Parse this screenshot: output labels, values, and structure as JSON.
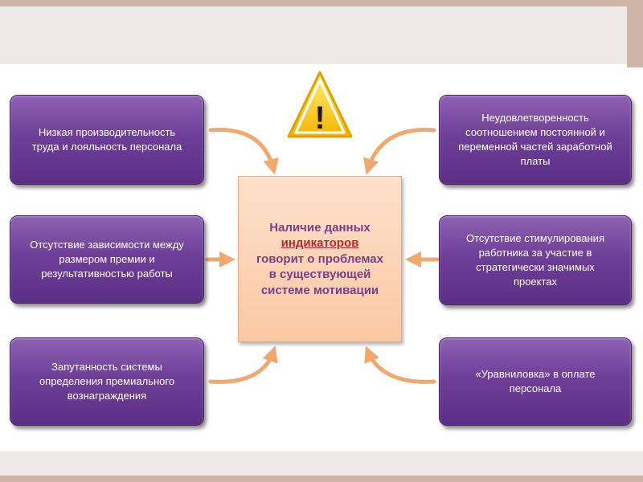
{
  "center": {
    "line1": "Наличие данных",
    "line2": "индикаторов",
    "line3": "говорит о проблемах",
    "line4": "в существующей",
    "line5": "системе мотивации"
  },
  "left": [
    {
      "text": "Низкая производительность труда и лояльность персонала"
    },
    {
      "text": "Отсутствие зависимости между размером премии и результативностью работы"
    },
    {
      "text": "Запутанность системы определения премиального вознаграждения"
    }
  ],
  "right": [
    {
      "text": "Неудовлетворенность соотношением постоянной и переменной частей заработной платы"
    },
    {
      "text": "Отсутствие стимулирования работника за участие в стратегически значимых проектах"
    },
    {
      "text": "«Уравниловка» в оплате персонала"
    }
  ],
  "warning": {
    "symbol": "!"
  },
  "colors": {
    "box_purple": "#6e3f98",
    "center_fill": "#fbc8a4",
    "center_text": "#7a3f8a",
    "highlight": "#c0282d",
    "arrow": "#f0a86c",
    "warning_yellow": "#ffd21f"
  }
}
